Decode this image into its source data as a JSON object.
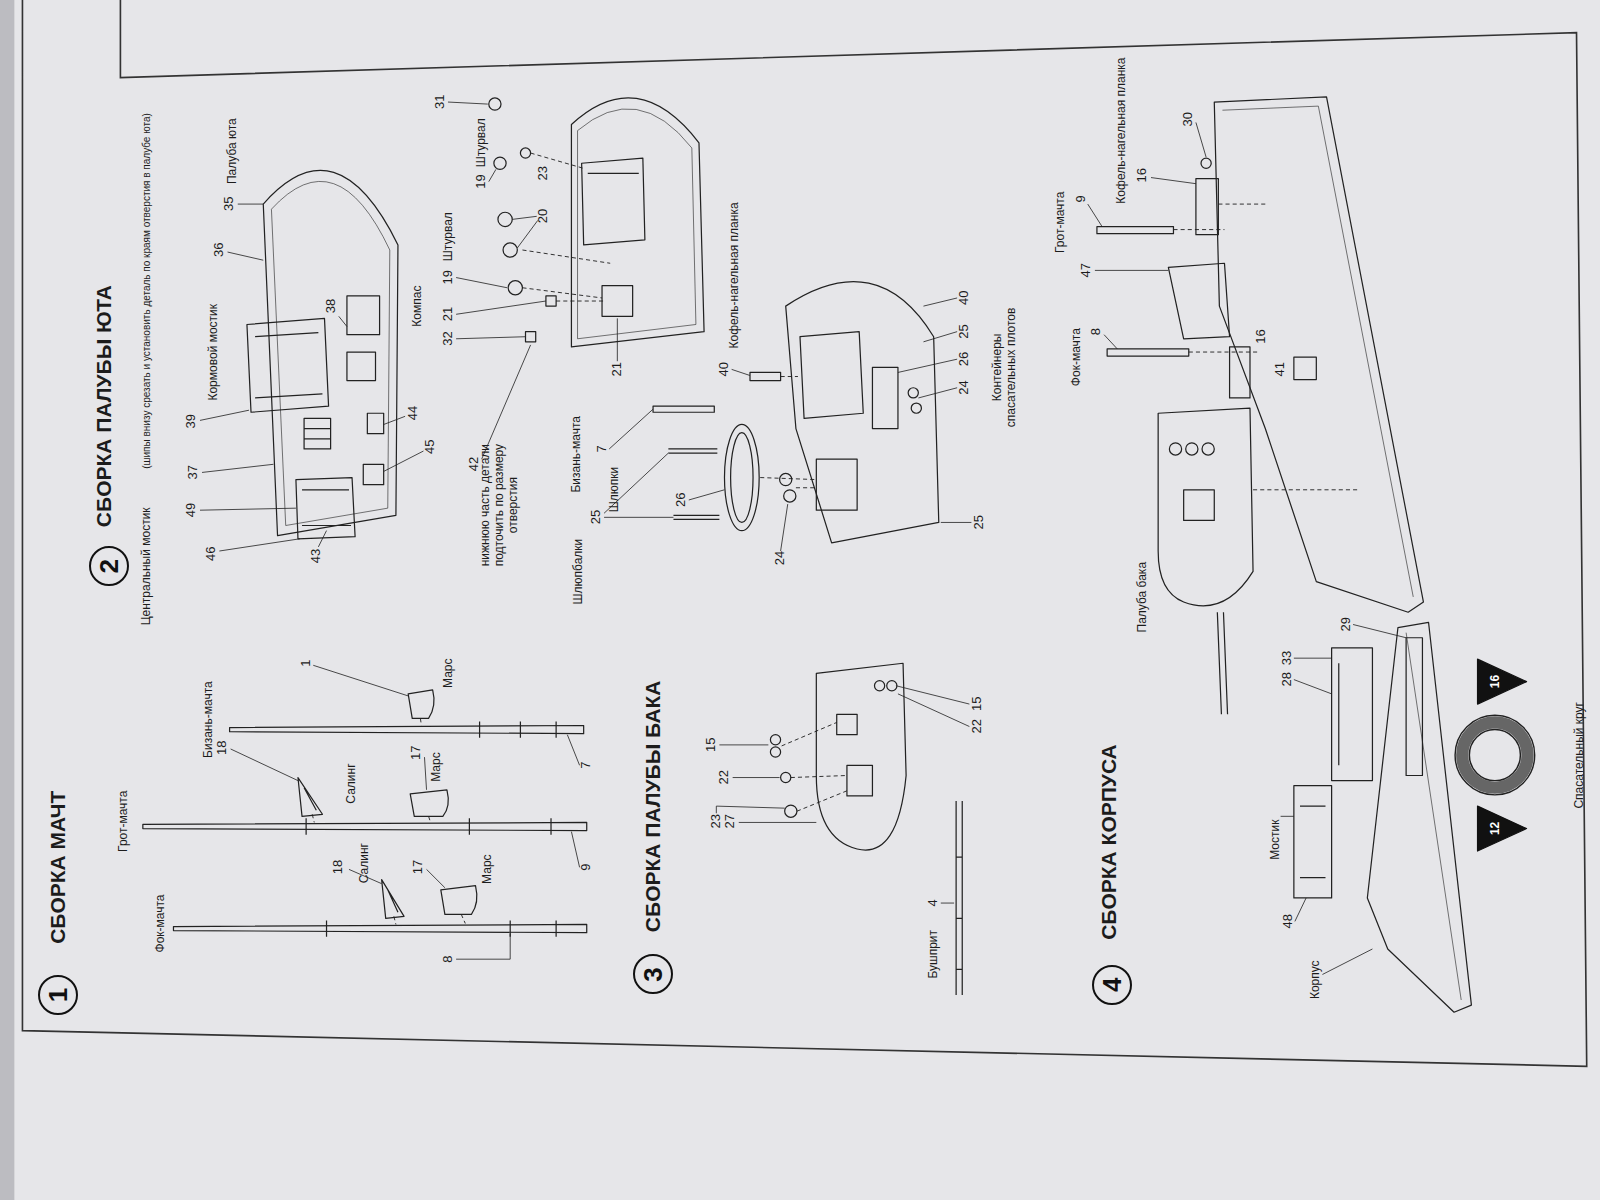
{
  "diagram": {
    "nodes": [
      {
        "text": [
          "1"
        ]
      },
      {
        "text": [
          "2"
        ]
      },
      {
        "text": [
          "3"
        ]
      },
      {
        "text": [
          "4"
        ]
      }
    ],
    "labels": [
      "СБОРКА МАЧТ",
      "Фок-мачта",
      "Грот-мачта",
      "Бизань-мачта",
      "18",
      "Салинг",
      "18",
      "Салинг",
      "17",
      "Марс",
      "17",
      "Марс",
      "1",
      "Марс",
      "8",
      "9",
      "7",
      "СБОРКА ПАЛУБЫ ЮТА",
      "Центральный мостик",
      "(шипы внизу срезать и установить деталь по краям отверстия в палубе юта)",
      "49",
      "46",
      "37",
      "39",
      "Кормовой мостик",
      "36",
      "35",
      "Палуба юта",
      "38",
      "44",
      "45",
      "43",
      "Компас",
      "21",
      "32",
      "19",
      "Штурвал",
      "20",
      "19",
      "Штурвал",
      "31",
      "23",
      "42",
      "нижнюю часть детали подточить по размеру отверстия",
      "21",
      "Кофель-нагельная планка",
      "40",
      "Бизань-мачта",
      "7",
      "Шлюпки",
      "25",
      "26",
      "Шлюпбалки",
      "24",
      "25",
      "40",
      "25",
      "26",
      "24",
      "Контейнеры спасательных плотов",
      "СБОРКА ПАЛУБЫ БАКА",
      "15",
      "22",
      "23",
      "27",
      "22",
      "15",
      "Бушприт",
      "4",
      "СБОРКА КОРПУСА",
      "Корпус",
      "48",
      "Мостик",
      "28",
      "33",
      "29",
      "16",
      "12",
      "Спасательный круг",
      "Палуба бака",
      "Фок-мачта",
      "8",
      "Грот-мачта",
      "9",
      "47",
      "16",
      "Кофель-нагельная планка",
      "30",
      "16",
      "41"
    ]
  }
}
